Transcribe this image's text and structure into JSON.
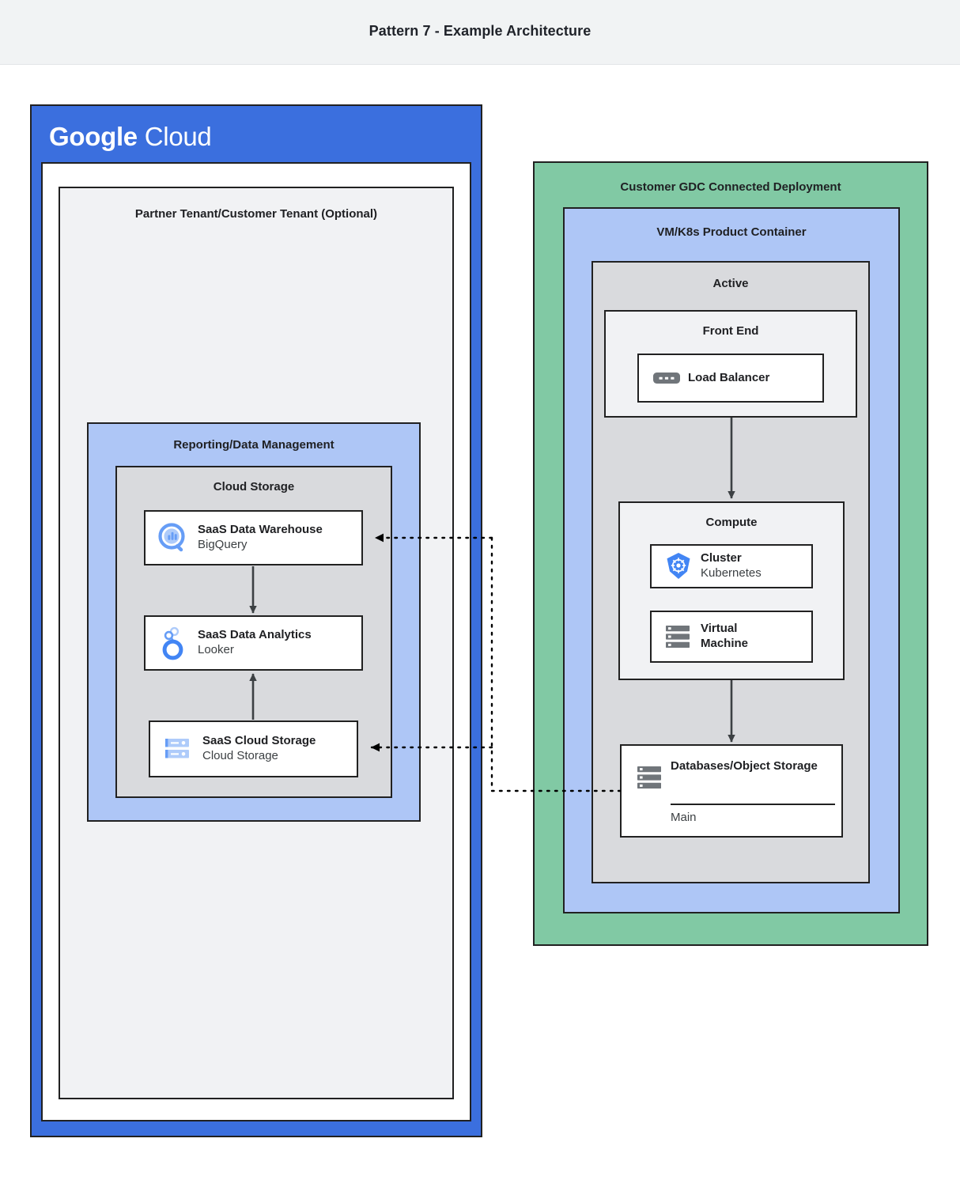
{
  "title": "Pattern 7 - Example Architecture",
  "google_cloud": {
    "logo_google": "Google",
    "logo_cloud": "Cloud",
    "tenant_title": "Partner Tenant/Customer Tenant (Optional)",
    "reporting_title": "Reporting/Data Management",
    "cloud_storage_title": "Cloud Storage",
    "services": [
      {
        "icon": "bigquery-icon",
        "name": "SaaS Data Warehouse",
        "product": "BigQuery"
      },
      {
        "icon": "looker-icon",
        "name": "SaaS Data Analytics",
        "product": "Looker"
      },
      {
        "icon": "cloud-storage-icon",
        "name": "SaaS Cloud Storage",
        "product": "Cloud Storage"
      }
    ]
  },
  "gdc": {
    "deployment_title": "Customer GDC Connected Deployment",
    "container_title": "VM/K8s Product Container",
    "active_title": "Active",
    "frontend_title": "Front End",
    "load_balancer": {
      "icon": "load-balancer-icon",
      "label": "Load Balancer"
    },
    "compute_title": "Compute",
    "compute_items": [
      {
        "icon": "kubernetes-icon",
        "name": "Cluster",
        "product": "Kubernetes"
      },
      {
        "icon": "virtual-machine-icon",
        "name": "Virtual",
        "product": "Machine"
      }
    ],
    "database": {
      "icon": "database-icon",
      "name": "Databases/Object Storage",
      "instance": "Main"
    }
  },
  "colors": {
    "google_blue": "#3b6fde",
    "light_blue": "#aec6f6",
    "green": "#81c9a4",
    "gray": "#d9dadd",
    "light_gray": "#f1f2f4",
    "outline": "#212121",
    "title_bar": "#f1f3f4"
  },
  "connectors": [
    {
      "from": "bigquery",
      "to": "looker",
      "style": "solid",
      "direction": "down"
    },
    {
      "from": "cloud-storage",
      "to": "looker",
      "style": "solid",
      "direction": "up"
    },
    {
      "from": "load-balancer",
      "to": "compute",
      "style": "solid",
      "direction": "down"
    },
    {
      "from": "compute",
      "to": "database",
      "style": "solid",
      "direction": "down"
    },
    {
      "from": "database",
      "to": "bigquery",
      "style": "dotted",
      "direction": "left"
    },
    {
      "from": "database",
      "to": "cloud-storage",
      "style": "dotted",
      "direction": "left"
    }
  ]
}
